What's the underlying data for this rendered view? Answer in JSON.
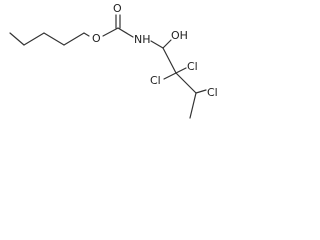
{
  "molecule": {
    "atoms": {
      "carbonyl_oxygen": "O",
      "ester_oxygen": "O",
      "nitrogen": "NH",
      "hydroxyl": "OH",
      "chlorine_1": "Cl",
      "chlorine_2": "Cl",
      "chlorine_3": "Cl"
    }
  }
}
